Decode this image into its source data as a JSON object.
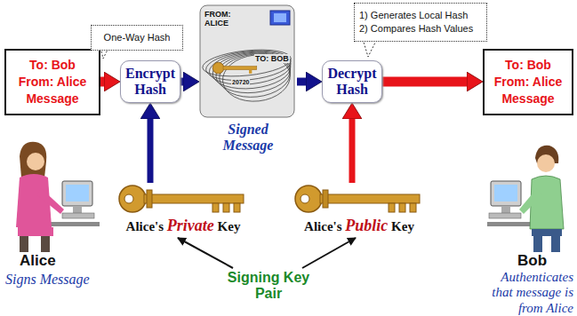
{
  "diagram": {
    "nodes": [
      {
        "text": [
          "To: Bob",
          "From: Alice",
          "Message"
        ]
      },
      {
        "text": [
          "One-Way Hash"
        ]
      },
      {
        "text": [
          "Encrypt Hash"
        ]
      },
      {
        "text": [
          "FROM: ALICE",
          "TO: BOB",
          "20720",
          "Signed Message"
        ]
      },
      {
        "text": [
          "1) Generates Local Hash",
          "2) Compares Hash Values"
        ]
      },
      {
        "text": [
          "Decrypt Hash"
        ]
      },
      {
        "text": [
          "To: Bob",
          "From: Alice",
          "Message"
        ]
      },
      {
        "text": [
          "Alice's Private Key"
        ]
      },
      {
        "text": [
          "Alice's Public Key"
        ]
      }
    ],
    "edges": [
      {
        "from": 0,
        "to": 2,
        "arrow": "to"
      },
      {
        "from": 2,
        "to": 3,
        "arrow": "to"
      },
      {
        "from": 3,
        "to": 5,
        "arrow": "to"
      },
      {
        "from": 5,
        "to": 6,
        "arrow": "to"
      },
      {
        "from": 7,
        "to": 2,
        "arrow": "to"
      },
      {
        "from": 8,
        "to": 5,
        "arrow": "to"
      }
    ],
    "labels": [
      "Alice",
      "Signs Message",
      "Signing Key Pair",
      "Bob",
      "Authenticates that message is from Alice"
    ]
  }
}
